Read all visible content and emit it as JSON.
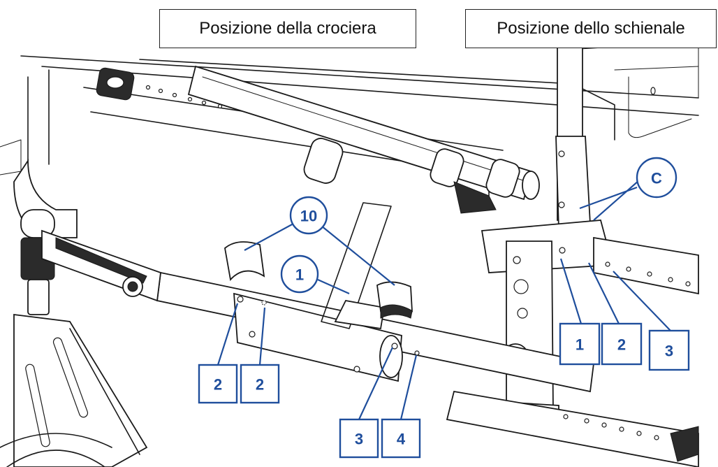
{
  "captions": {
    "crossbrace_position": "Posizione della crociera",
    "backrest_position": "Posizione dello schienale"
  },
  "callouts": {
    "circles": [
      {
        "id": "ten",
        "label": "10"
      },
      {
        "id": "one",
        "label": "1"
      },
      {
        "id": "c",
        "label": "C"
      }
    ],
    "boxes": [
      {
        "id": "b2a",
        "label": "2"
      },
      {
        "id": "b2b",
        "label": "2"
      },
      {
        "id": "b3a",
        "label": "3"
      },
      {
        "id": "b4",
        "label": "4"
      },
      {
        "id": "b1",
        "label": "1"
      },
      {
        "id": "b2c",
        "label": "2"
      },
      {
        "id": "b3b",
        "label": "3"
      }
    ]
  },
  "colors": {
    "callout_blue": "#1f4e9c",
    "line_art": "#1a1a1a"
  }
}
